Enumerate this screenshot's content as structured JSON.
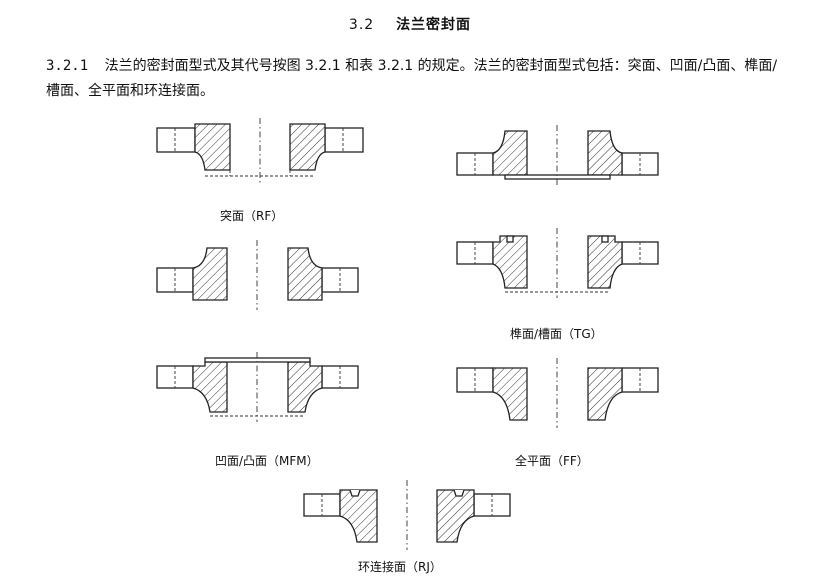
{
  "section": {
    "number": "3.2",
    "title": "法兰密封面"
  },
  "clause": {
    "number": "3.2.1",
    "text": "法兰的密封面型式及其代号按图 3.2.1 和表 3.2.1 的规定。法兰的密封面型式包括：突面、凹面/凸面、榫面/槽面、全平面和环连接面。"
  },
  "figures": {
    "rf": "突面（RF）",
    "tg": "榫面/槽面（TG）",
    "mfm": "凹面/凸面（MFM）",
    "ff": "全平面（FF）",
    "rj": "环连接面（RJ）"
  }
}
